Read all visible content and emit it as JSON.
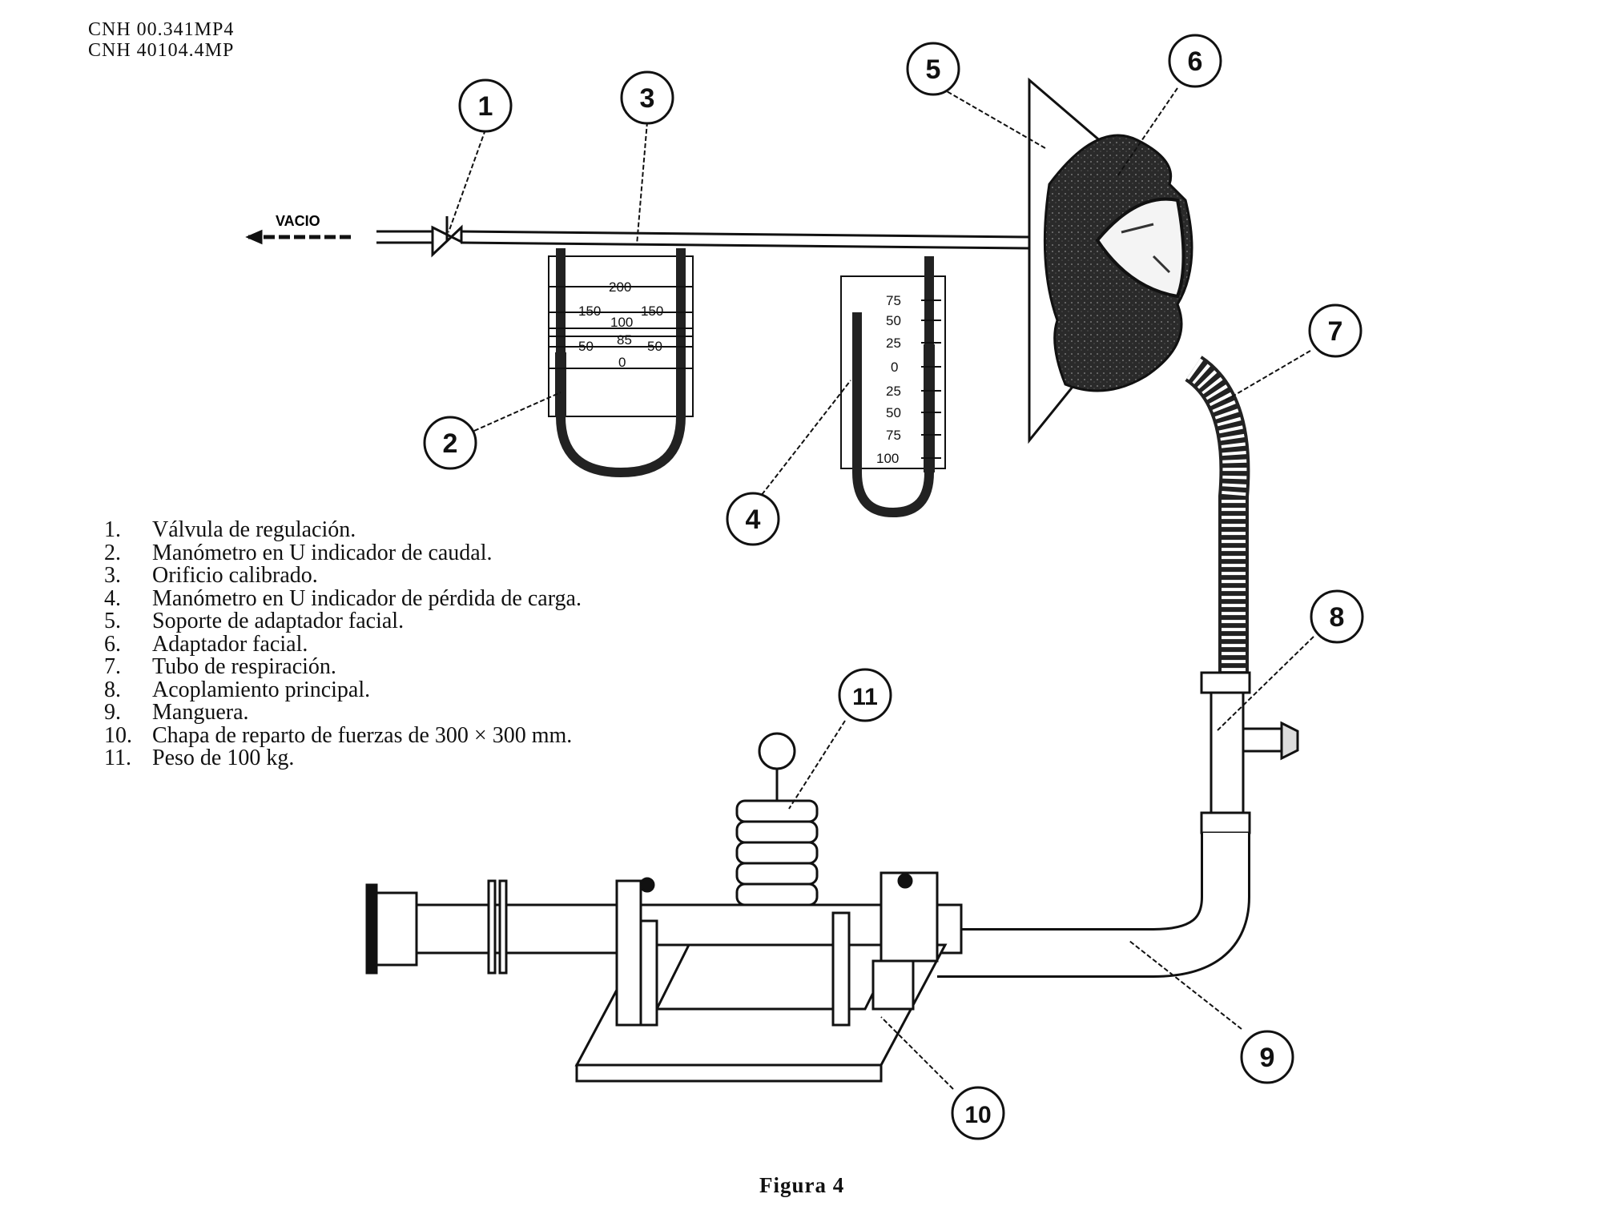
{
  "header": {
    "line1": "CNH 00.341MP4",
    "line2": "CNH 40104.4MP"
  },
  "diagram": {
    "vacuum_label": "VACIO",
    "callouts": [
      "1",
      "2",
      "3",
      "4",
      "5",
      "6",
      "7",
      "8",
      "9",
      "10",
      "11"
    ],
    "flow_gauge": {
      "left_scale": [
        "150",
        "50"
      ],
      "center_scale": [
        "200",
        "100",
        "85",
        "0"
      ],
      "right_scale": [
        "150",
        "50"
      ]
    },
    "pressure_gauge": {
      "scale": [
        "75",
        "50",
        "25",
        "0",
        "25",
        "50",
        "75",
        "100"
      ]
    }
  },
  "legend": [
    {
      "num": "1.",
      "text": "Válvula de regulación."
    },
    {
      "num": "2.",
      "text": "Manómetro en U indicador de caudal."
    },
    {
      "num": "3.",
      "text": "Orificio calibrado."
    },
    {
      "num": "4.",
      "text": "Manómetro en U indicador de pérdida de carga."
    },
    {
      "num": "5.",
      "text": "Soporte de adaptador facial."
    },
    {
      "num": "6.",
      "text": "Adaptador facial."
    },
    {
      "num": "7.",
      "text": "Tubo de respiración."
    },
    {
      "num": "8.",
      "text": "Acoplamiento principal."
    },
    {
      "num": "9.",
      "text": "Manguera."
    },
    {
      "num": "10.",
      "text": "Chapa de reparto de fuerzas de 300 × 300 mm."
    },
    {
      "num": "11.",
      "text": "Peso de 100 kg."
    }
  ],
  "caption": "Figura 4"
}
